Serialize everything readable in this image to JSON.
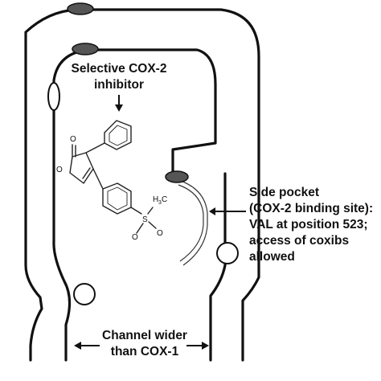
{
  "labels": {
    "inhibitor_line1": "Selective COX-2",
    "inhibitor_line2": "inhibitor",
    "side_pocket_line1": "Side pocket",
    "side_pocket_line2": "(COX-2 binding site):",
    "side_pocket_line3": "VAL at position 523;",
    "side_pocket_line4": "access of coxibs",
    "side_pocket_line5": "allowed",
    "channel_line1": "Channel wider",
    "channel_line2": "than COX-1"
  },
  "molecule": {
    "carbonyl_o": "O",
    "ring_o": "O",
    "methyl": "H",
    "methyl_c": "C",
    "methyl_3": "3",
    "sulfur": "S",
    "sulfonyl_o1": "O",
    "sulfonyl_o2": "O"
  },
  "colors": {
    "line": "#111111",
    "ellipse_fill": "#555555",
    "node_fill": "#ffffff"
  }
}
